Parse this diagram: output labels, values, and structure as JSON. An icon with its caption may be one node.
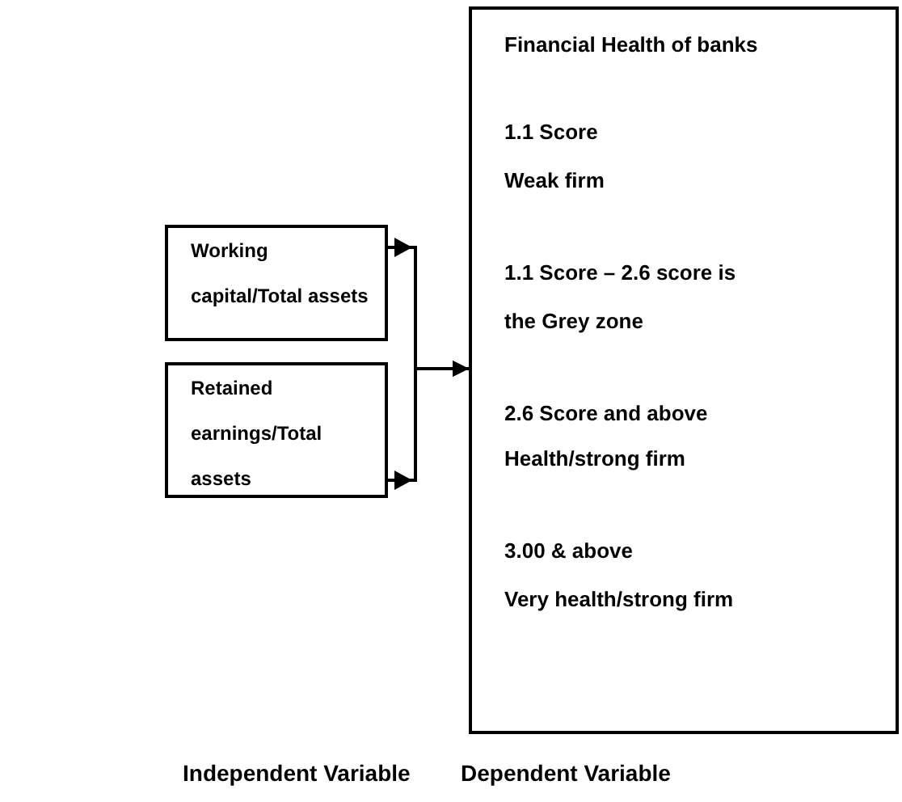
{
  "diagram": {
    "nodes": [
      {
        "text": [
          "Working capital/Total assets"
        ]
      },
      {
        "text": [
          "Retained earnings/Total assets"
        ]
      },
      {
        "text": [
          "Financial Health of banks",
          "1.1 Score",
          "Weak firm",
          "1.1 Score – 2.6 score is",
          "the Grey zone",
          "2.6 Score and above",
          "Health/strong firm",
          "3.00 & above",
          "Very health/strong firm"
        ]
      }
    ],
    "edges": [
      {
        "from": 0,
        "to": 2,
        "arrow": "to"
      },
      {
        "from": 1,
        "to": 2,
        "arrow": "to"
      }
    ],
    "labels": [
      "Independent Variable",
      "Dependent Variable"
    ]
  }
}
